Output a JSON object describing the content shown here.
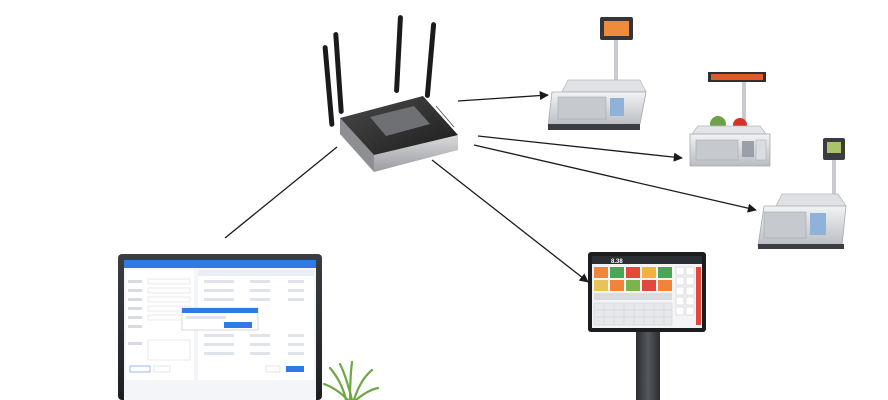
{
  "diagram": {
    "hub": {
      "icon": "wifi-router-icon",
      "brand": ""
    },
    "links": [
      {
        "from": "router",
        "to": "label-scale-top"
      },
      {
        "from": "router",
        "to": "label-scale-middle"
      },
      {
        "from": "router",
        "to": "label-scale-right"
      },
      {
        "from": "router",
        "to": "pos-terminal"
      },
      {
        "from": "monitor",
        "to": "router"
      }
    ],
    "devices": {
      "monitor": {
        "icon": "desktop-monitor-icon"
      },
      "scales": [
        {
          "icon": "label-scale-icon",
          "name": "label-scale-top"
        },
        {
          "icon": "label-scale-icon",
          "name": "label-scale-middle"
        },
        {
          "icon": "label-scale-icon",
          "name": "label-scale-right"
        }
      ],
      "pos": {
        "icon": "pos-touchscreen-icon",
        "total": "8.38"
      },
      "plant": {
        "icon": "plant-icon"
      }
    },
    "colors": {
      "line": "#1a1a1a",
      "router_body": "#2a2a2a",
      "router_top": "#555555",
      "scale_body": "#e8e8ea",
      "scale_keys": "#c0c3c8",
      "ui_accent": "#2f7ae5",
      "pos_orange": "#f0843a",
      "pos_green": "#4aa657",
      "plant_green": "#6da844"
    }
  }
}
